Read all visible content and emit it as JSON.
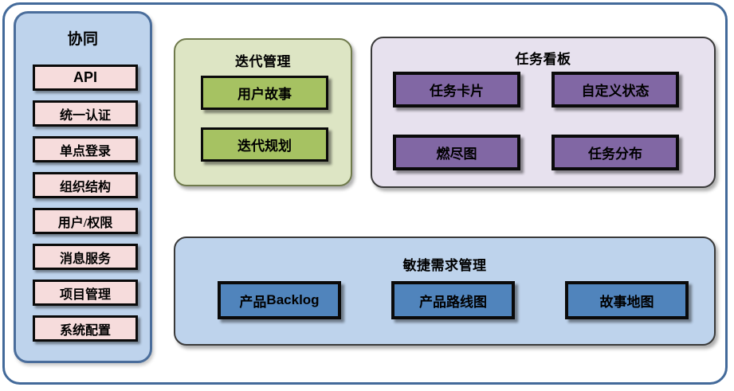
{
  "diagram": {
    "title": "协同",
    "sidebar": {
      "title": "协同",
      "items": [
        {
          "label": "API",
          "script": "latin"
        },
        {
          "label": "统一认证",
          "script": "cjk"
        },
        {
          "label": "单点登录",
          "script": "cjk"
        },
        {
          "label": "组织结构",
          "script": "cjk"
        },
        {
          "label": "用户/权限",
          "script": "cjk"
        },
        {
          "label": "消息服务",
          "script": "cjk"
        },
        {
          "label": "项目管理",
          "script": "cjk"
        },
        {
          "label": "系统配置",
          "script": "cjk"
        }
      ]
    },
    "panels": [
      {
        "id": "iteration",
        "title": "迭代管理",
        "fill": "#dde5c4",
        "item_fill": "#a6c262",
        "items": [
          {
            "label": "用户故事"
          },
          {
            "label": "迭代规划"
          }
        ]
      },
      {
        "id": "board",
        "title": "任务看板",
        "fill": "#e7e1ee",
        "item_fill": "#8167a4",
        "items": [
          {
            "label": "任务卡片"
          },
          {
            "label": "自定义状态"
          },
          {
            "label": "燃尽图"
          },
          {
            "label": "任务分布"
          }
        ]
      },
      {
        "id": "agile",
        "title": "敏捷需求管理",
        "fill": "#bed3ec",
        "item_fill": "#5084bc",
        "items": [
          {
            "label": "产品Backlog"
          },
          {
            "label": "产品路线图"
          },
          {
            "label": "故事地图"
          }
        ]
      }
    ],
    "colors": {
      "outer_frame_border": "#436a9a",
      "sidebar_fill": "#bed3ec",
      "sidebar_border": "#4a6d9b",
      "sidebar_item_fill": "#f6dcdc",
      "item_border": "#0a0a0a"
    }
  }
}
